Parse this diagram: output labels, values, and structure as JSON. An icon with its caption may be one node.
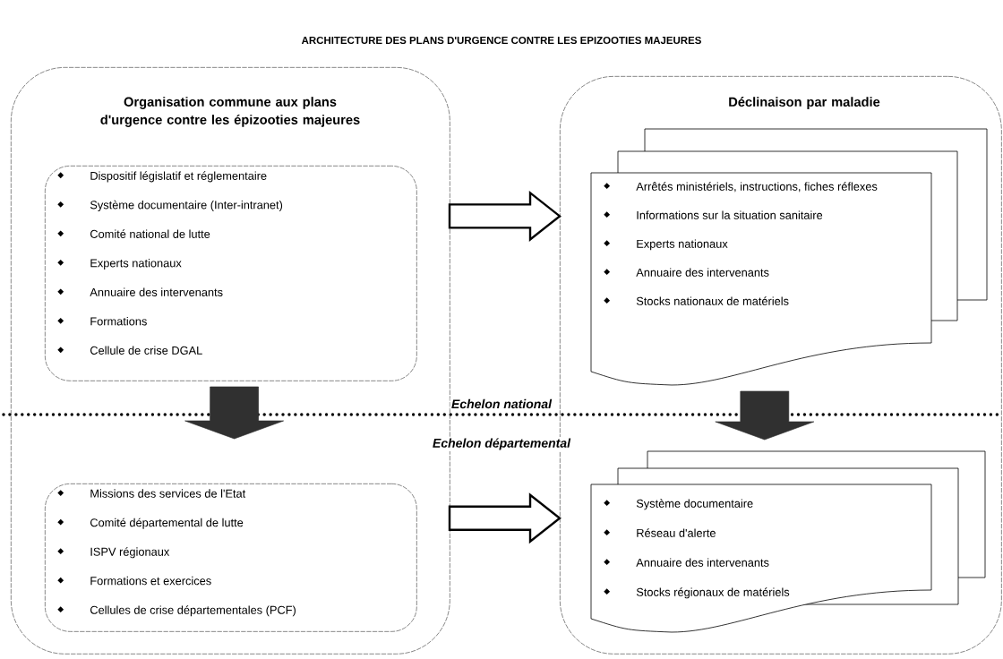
{
  "diagram": {
    "title": "ARCHITECTURE DES PLANS D'URGENCE CONTRE LES EPIZOOTIES MAJEURES",
    "nodes": [
      {
        "text": [
          "Organisation commune aux plans d'urgence contre les épizooties majeures"
        ]
      },
      {
        "text": [
          "Dispositif législatif et réglementaire",
          "Système documentaire (Inter-intranet)",
          "Comité national de lutte",
          "Experts nationaux",
          "Annuaire des intervenants",
          "Formations",
          "Cellule de crise DGAL"
        ],
        "in": 0
      },
      {
        "text": [
          "Déclinaison par maladie"
        ]
      },
      {
        "text": [
          "Arrêtés ministériels, instructions, fiches réflexes",
          "Informations sur la situation sanitaire",
          "Experts nationaux",
          "Annuaire des intervenants",
          "Stocks nationaux de matériels"
        ],
        "in": 2
      },
      {
        "text": [
          "Missions des services de l'Etat",
          "Comité départemental de lutte",
          "ISPV régionaux",
          "Formations et exercices",
          "Cellules de crise départementales (PCF)"
        ],
        "in": 0
      },
      {
        "text": [
          "Système documentaire",
          "Réseau d'alerte",
          "Annuaire des intervenants",
          "Stocks régionaux de matériels"
        ],
        "in": 2
      }
    ],
    "edges": [
      {
        "from": 1,
        "to": 3,
        "arrow": "to"
      },
      {
        "from": 1,
        "to": 4,
        "arrow": "to"
      },
      {
        "from": 3,
        "to": 5,
        "arrow": "to"
      },
      {
        "from": 4,
        "to": 5,
        "arrow": "to"
      }
    ],
    "labels": [
      "Echelon national",
      "Echelon départemental"
    ]
  }
}
